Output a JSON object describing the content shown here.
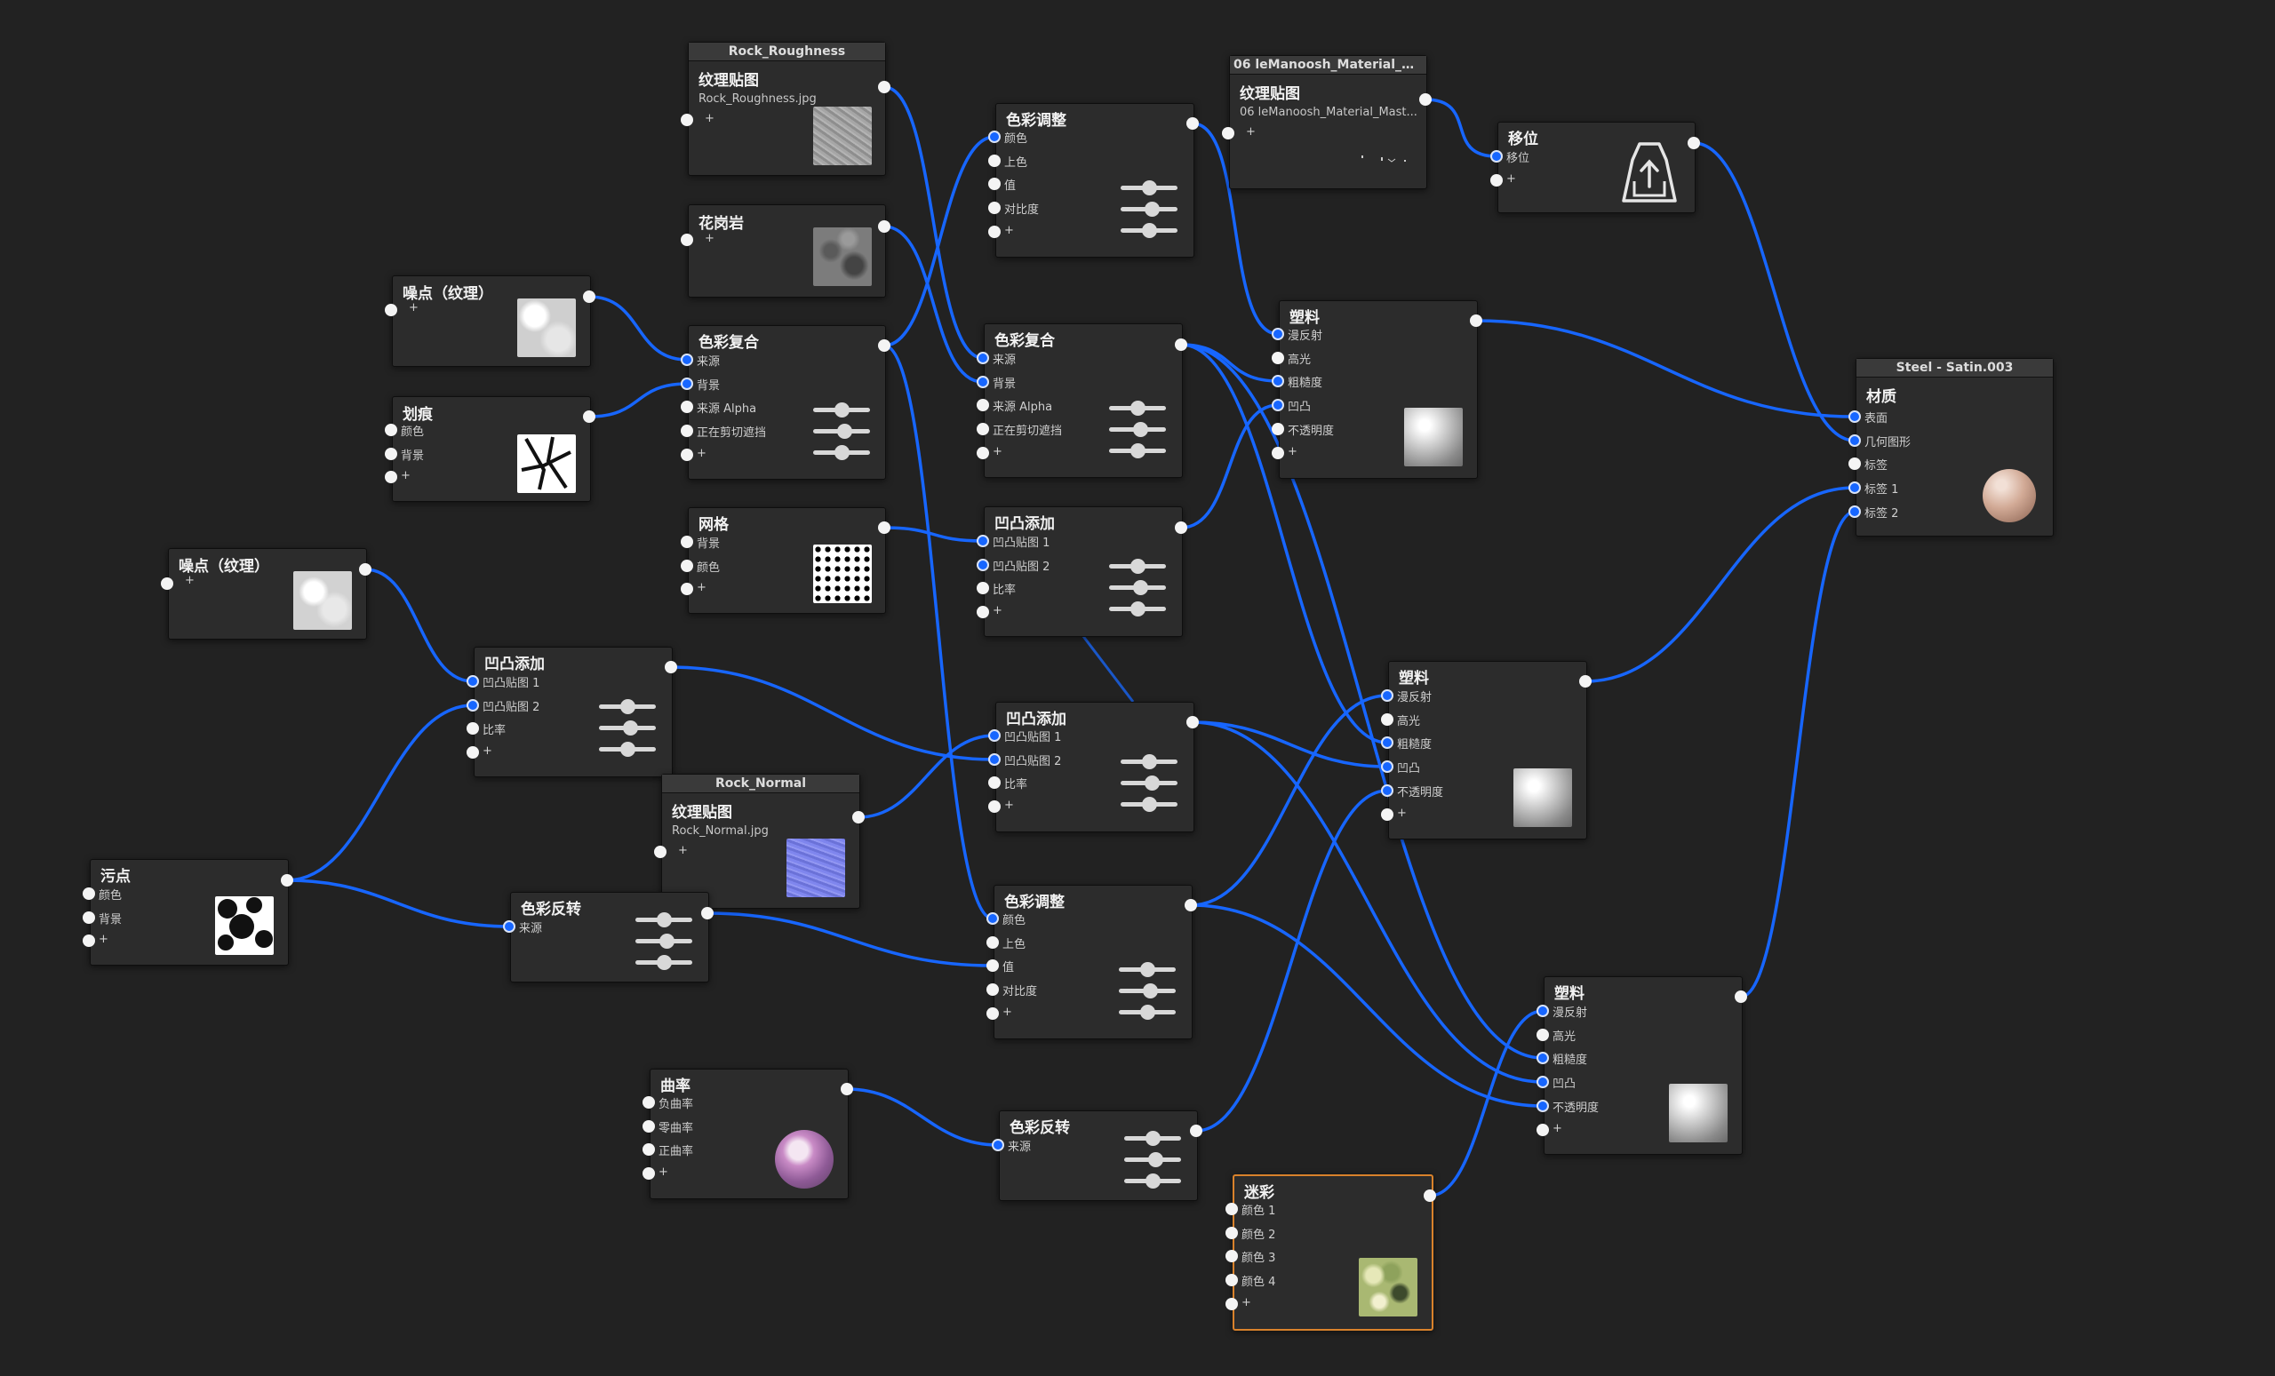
{
  "nodes": {
    "rock_roughness": {
      "header": "Rock_Roughness",
      "title": "纹理贴图",
      "file": "Rock_Roughness.jpg",
      "plus": "+"
    },
    "granite": {
      "title": "花岗岩",
      "plus": "+"
    },
    "noise1": {
      "title": "噪点（纹理）",
      "plus": "+"
    },
    "scratch": {
      "title": "划痕",
      "ports": [
        "颜色",
        "背景",
        "+"
      ]
    },
    "noise2": {
      "title": "噪点（纹理）",
      "plus": "+"
    },
    "blend1": {
      "title": "色彩复合",
      "ports": [
        "来源",
        "背景",
        "来源 Alpha",
        "正在剪切遮挡",
        "+"
      ]
    },
    "grid": {
      "title": "网格",
      "ports": [
        "背景",
        "颜色",
        "+"
      ]
    },
    "bump1": {
      "title": "凹凸添加",
      "ports": [
        "凹凸贴图 1",
        "凹凸贴图 2",
        "比率",
        "+"
      ]
    },
    "dirt": {
      "title": "污点",
      "ports": [
        "颜色",
        "背景",
        "+"
      ]
    },
    "rock_normal": {
      "header": "Rock_Normal",
      "title": "纹理贴图",
      "file": "Rock_Normal.jpg",
      "plus": "+"
    },
    "invert1": {
      "title": "色彩反转",
      "ports": [
        "来源"
      ]
    },
    "curvature": {
      "title": "曲率",
      "ports": [
        "负曲率",
        "零曲率",
        "正曲率",
        "+"
      ]
    },
    "adjust1": {
      "title": "色彩调整",
      "ports": [
        "颜色",
        "上色",
        "值",
        "对比度",
        "+"
      ]
    },
    "blend2": {
      "title": "色彩复合",
      "ports": [
        "来源",
        "背景",
        "来源 Alpha",
        "正在剪切遮挡",
        "+"
      ]
    },
    "bump2": {
      "title": "凹凸添加",
      "ports": [
        "凹凸贴图 1",
        "凹凸贴图 2",
        "比率",
        "+"
      ]
    },
    "bump3": {
      "title": "凹凸添加",
      "ports": [
        "凹凸贴图 1",
        "凹凸贴图 2",
        "比率",
        "+"
      ]
    },
    "adjust2": {
      "title": "色彩调整",
      "ports": [
        "颜色",
        "上色",
        "值",
        "对比度",
        "+"
      ]
    },
    "invert2": {
      "title": "色彩反转",
      "ports": [
        "来源"
      ]
    },
    "lemanoosh": {
      "header": "06 leManoosh_Material_Ma...",
      "title": "纹理贴图",
      "file": "06 leManoosh_Material_Mast...",
      "plus": "+"
    },
    "displace": {
      "title": "移位",
      "ports": [
        "移位",
        "+"
      ]
    },
    "plastic1": {
      "title": "塑料",
      "ports": [
        "漫反射",
        "高光",
        "粗糙度",
        "凹凸",
        "不透明度",
        "+"
      ]
    },
    "plastic2": {
      "title": "塑料",
      "ports": [
        "漫反射",
        "高光",
        "粗糙度",
        "凹凸",
        "不透明度",
        "+"
      ]
    },
    "plastic3": {
      "title": "塑料",
      "ports": [
        "漫反射",
        "高光",
        "粗糙度",
        "凹凸",
        "不透明度",
        "+"
      ]
    },
    "camo": {
      "title": "迷彩",
      "ports": [
        "颜色 1",
        "颜色 2",
        "颜色 3",
        "颜色 4",
        "+"
      ]
    },
    "material": {
      "header": "Steel - Satin.003",
      "title": "材质",
      "ports": [
        "表面",
        "几何图形",
        "标签",
        "标签 1",
        "标签 2"
      ]
    }
  },
  "colors": {
    "background": "#222222",
    "node": "#2c2c2c",
    "wire": "#1766ff",
    "selected": "#d9822b"
  }
}
